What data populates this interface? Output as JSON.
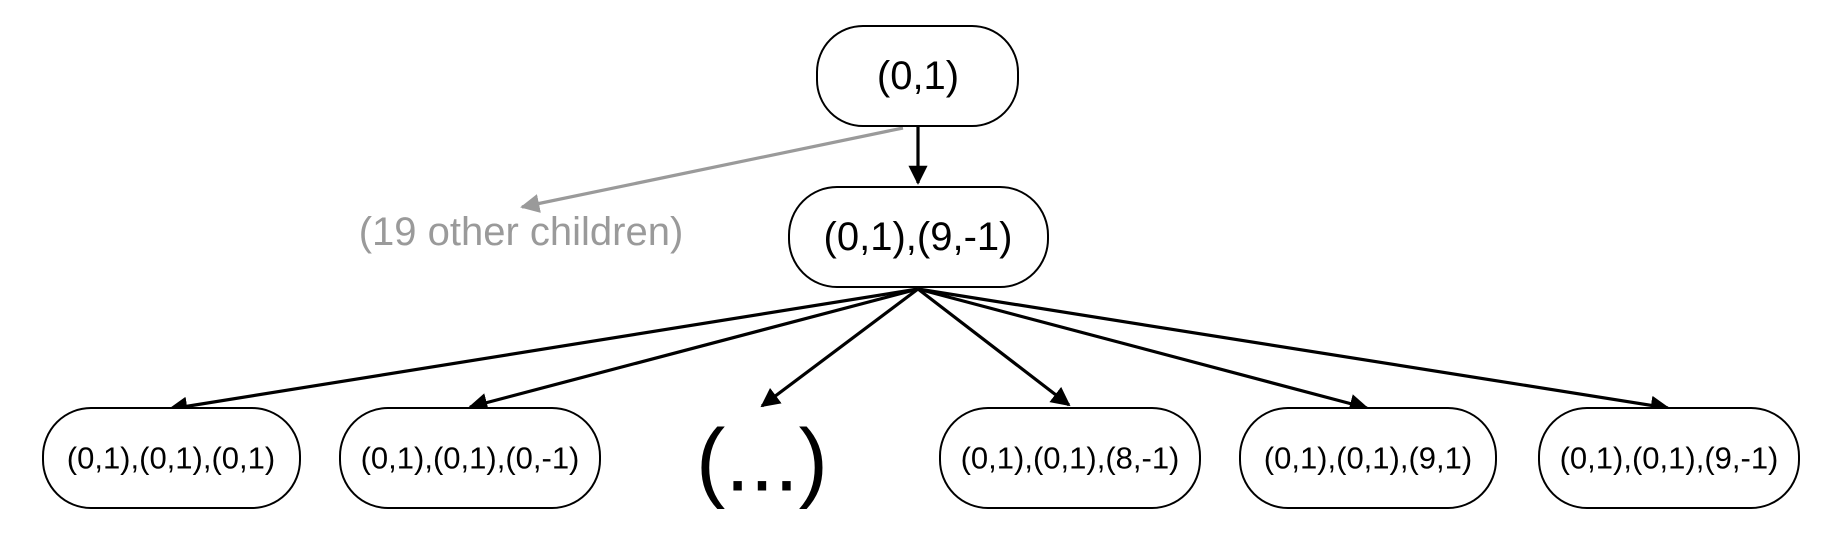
{
  "diagram": {
    "root": {
      "label": "(0,1)"
    },
    "child": {
      "label": "(0,1),(9,-1)"
    },
    "other_children": {
      "label": "(19 other children)"
    },
    "leaves": [
      {
        "label": "(0,1),(0,1),(0,1)"
      },
      {
        "label": "(0,1),(0,1),(0,-1)"
      },
      {
        "label": "(0,1),(0,1),(8,-1)"
      },
      {
        "label": "(0,1),(0,1),(9,1)"
      },
      {
        "label": "(0,1),(0,1),(9,-1)"
      }
    ],
    "ellipsis": {
      "label": "(...)"
    },
    "colors": {
      "line": "#000000",
      "muted": "#9a9a9a"
    }
  }
}
